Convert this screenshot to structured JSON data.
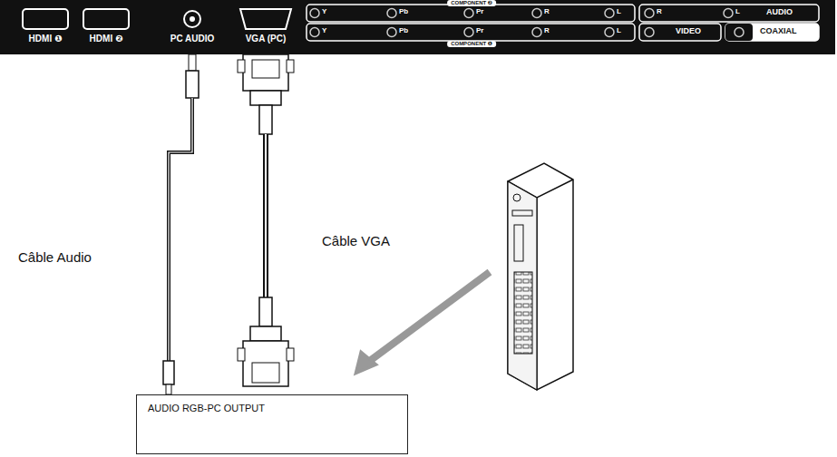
{
  "diagram": {
    "nodes": [
      {
        "text": [
          "AUDIO RGB-PC OUTPUT"
        ]
      }
    ],
    "labels": [
      "HDMI ❶",
      "HDMI ❷",
      "PC AUDIO",
      "VGA (PC)",
      "COMPONENT ❷",
      "Y",
      "Pb",
      "Pr",
      "R",
      "L",
      "COMPONENT ❶",
      "Y",
      "Pb",
      "Pr",
      "R",
      "L",
      "R",
      "L",
      "AUDIO",
      "VIDEO",
      "COAXIAL",
      "Câble Audio",
      "Câble VGA"
    ]
  }
}
